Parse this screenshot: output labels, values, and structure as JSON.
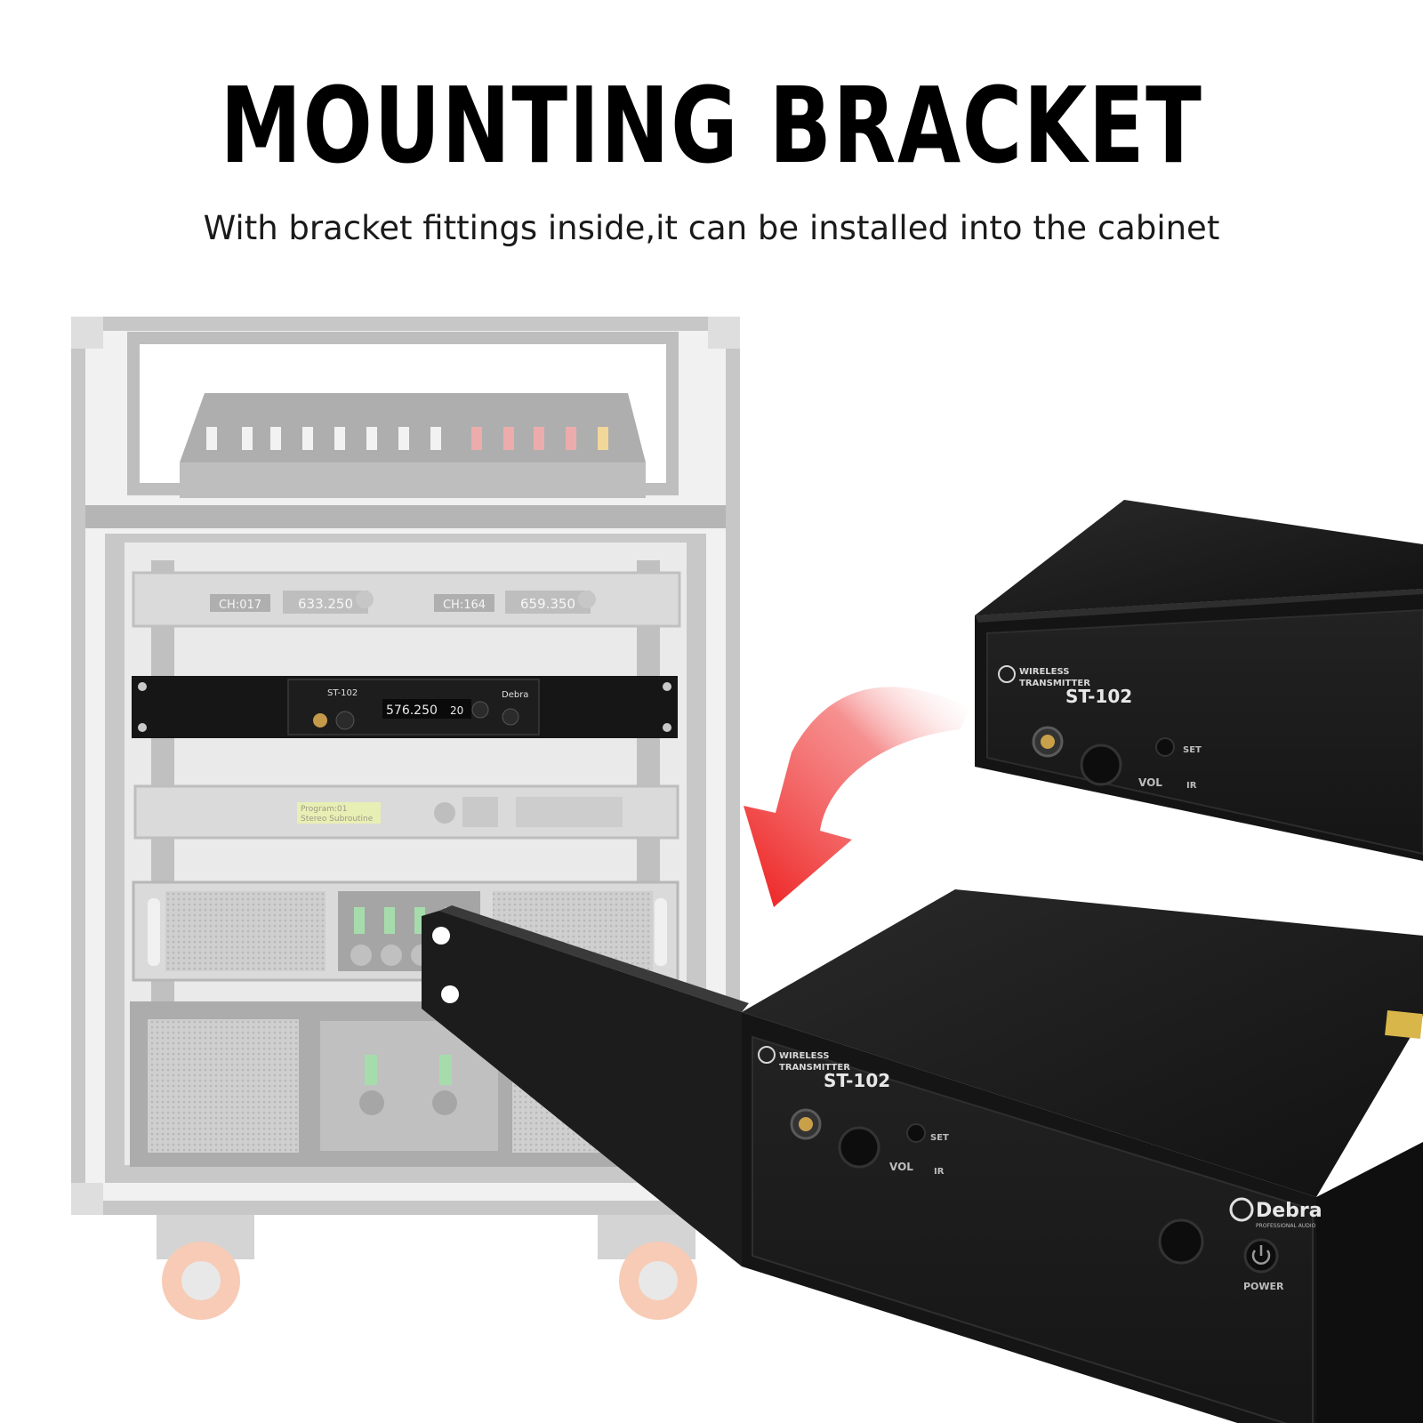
{
  "headline": "MOUNTING BRACKET",
  "subheadline": "With bracket fittings inside,it can be installed into the cabinet",
  "rack": {
    "receiver_left_channel": "CH:017",
    "receiver_left_freq": "633.250",
    "receiver_right_channel": "CH:164",
    "receiver_right_freq": "659.350",
    "mounted_unit_model": "ST-102",
    "mounted_unit_freq": "576.250",
    "mounted_unit_channel": "20",
    "mounted_unit_brand": "Debra",
    "processor_lcd_line1": "Program:01",
    "processor_lcd_line2": "Stereo Subroutine"
  },
  "product_top": {
    "label_line1": "WIRELESS",
    "label_line2": "TRANSMITTER",
    "model": "ST-102",
    "vol_label": "VOL",
    "set_label": "SET",
    "ir_label": "IR"
  },
  "product_bottom": {
    "label_line1": "WIRELESS",
    "label_line2": "TRANSMITTER",
    "model": "ST-102",
    "vol_label": "VOL",
    "set_label": "SET",
    "ir_label": "IR",
    "brand": "Debra",
    "brand_sub": "PROFESSIONAL AUDIO",
    "power_label": "POWER"
  },
  "colors": {
    "arrow": "#ee2222",
    "device_body": "#1b1b1b",
    "cabinet_faded": "#bdbdbd",
    "wheel": "#f2a27a"
  },
  "icons": {
    "arrow": "curved-arrow-icon",
    "power": "power-icon",
    "logo": "debra-logo-icon",
    "ear": "ear-icon"
  }
}
